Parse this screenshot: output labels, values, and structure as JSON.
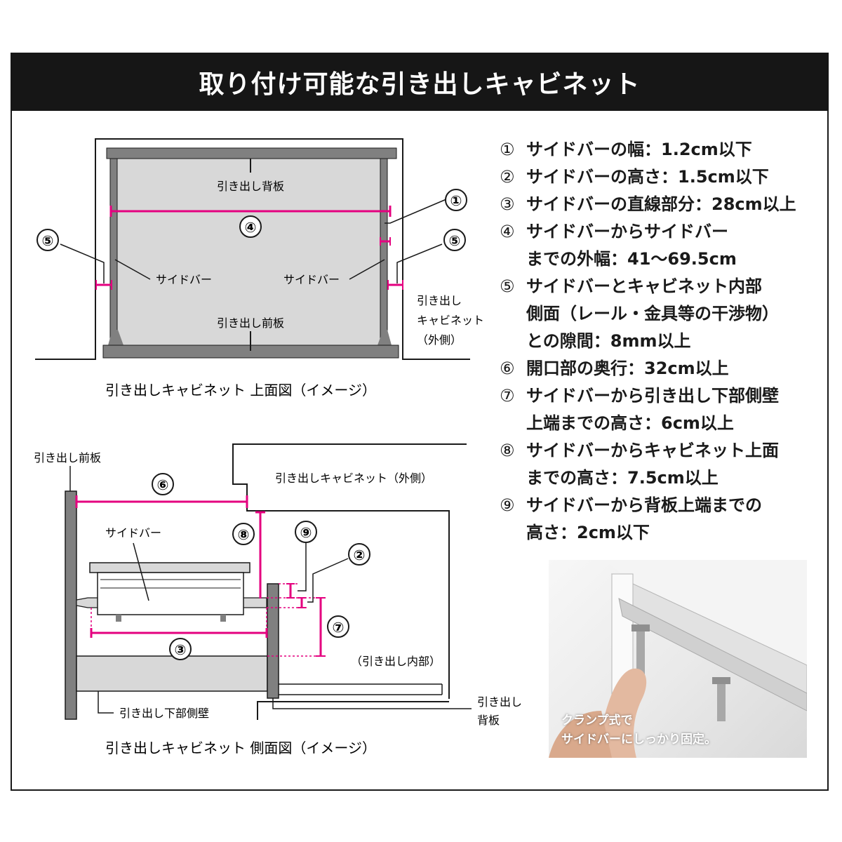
{
  "header": {
    "title": "取り付け可能な引き出しキャビネット"
  },
  "top_view": {
    "back_panel": "引き出し背板",
    "front_panel": "引き出し前板",
    "sidebar_left": "サイドバー",
    "sidebar_right": "サイドバー",
    "cabinet_outer": [
      "引き出し",
      "キャビネット",
      "（外側）"
    ],
    "caption": "引き出しキャビネット 上面図（イメージ）",
    "markers": {
      "m1": "①",
      "m4": "④",
      "m5a": "⑤",
      "m5b": "⑤"
    }
  },
  "side_view": {
    "front_panel": "引き出し前板",
    "cabinet_outer": "引き出しキャビネット（外側）",
    "sidebar": "サイドバー",
    "interior": "（引き出し内部）",
    "lower_wall": "引き出し下部側壁",
    "back_panel": [
      "引き出し",
      "背板"
    ],
    "caption": "引き出しキャビネット 側面図（イメージ）",
    "markers": {
      "m2": "②",
      "m3": "③",
      "m6": "⑥",
      "m7": "⑦",
      "m8": "⑧",
      "m9": "⑨"
    }
  },
  "specs": [
    {
      "num": "①",
      "lines": [
        "サイドバーの幅：1.2cm以下"
      ]
    },
    {
      "num": "②",
      "lines": [
        "サイドバーの高さ：1.5cm以下"
      ]
    },
    {
      "num": "③",
      "lines": [
        "サイドバーの直線部分：28cm以上"
      ]
    },
    {
      "num": "④",
      "lines": [
        "サイドバーからサイドバー",
        "までの外幅：41～69.5cm"
      ]
    },
    {
      "num": "⑤",
      "lines": [
        "サイドバーとキャビネット内部",
        "側面（レール・金具等の干渉物）",
        "との隙間：8mm以上"
      ]
    },
    {
      "num": "⑥",
      "lines": [
        "開口部の奥行：32cm以上"
      ]
    },
    {
      "num": "⑦",
      "lines": [
        "サイドバーから引き出し下部側壁",
        "上端までの高さ：6cm以上"
      ]
    },
    {
      "num": "⑧",
      "lines": [
        "サイドバーからキャビネット上面",
        "までの高さ：7.5cm以上"
      ]
    },
    {
      "num": "⑨",
      "lines": [
        "サイドバーから背板上端までの",
        "高さ：2cm以下"
      ]
    }
  ],
  "photo_caption": [
    "クランプ式で",
    "サイドバーにしっかり固定。"
  ],
  "colors": {
    "accent": "#e4007f",
    "structure": "#808080",
    "fill": "#d8d8d8",
    "ink": "#1a1a1a"
  }
}
